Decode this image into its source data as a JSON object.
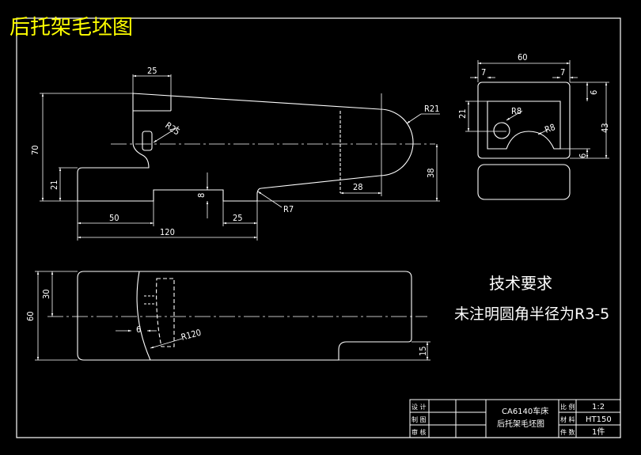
{
  "title": "后托架毛坯图",
  "colors": {
    "background": "#000000",
    "lines": "#ffffff",
    "title": "#ffff00"
  },
  "side_view": {
    "dims": {
      "d25_top": "25",
      "d70": "70",
      "d21": "21",
      "r25": "R25",
      "r21": "R21",
      "d38": "38",
      "d28": "28",
      "d8": "8",
      "d50": "50",
      "d25_bottom": "25",
      "r7": "R7",
      "d120": "120"
    }
  },
  "end_view": {
    "dims": {
      "d60": "60",
      "d7_left": "7",
      "d7_right": "7",
      "r8_top": "R8",
      "r8_bottom": "R8",
      "d21": "21",
      "d6_top": "6",
      "d43": "43",
      "d6_bottom": "6"
    }
  },
  "top_view": {
    "dims": {
      "d60": "60",
      "d30": "30",
      "d6": "6",
      "r120": "R120",
      "d15": "15"
    }
  },
  "notes": {
    "heading": "技术要求",
    "line1": "未注明圆角半径为R3-5"
  },
  "title_block": {
    "labels": {
      "design": "设 计",
      "drawing": "制 图",
      "review": "审 核",
      "scale": "比 例",
      "material": "材 料",
      "quantity": "件 数"
    },
    "part_line1": "CA6140车床",
    "part_line2": "后托架毛坯图",
    "scale_value": "1:2",
    "material_value": "HT150",
    "quantity_value": "1件"
  }
}
